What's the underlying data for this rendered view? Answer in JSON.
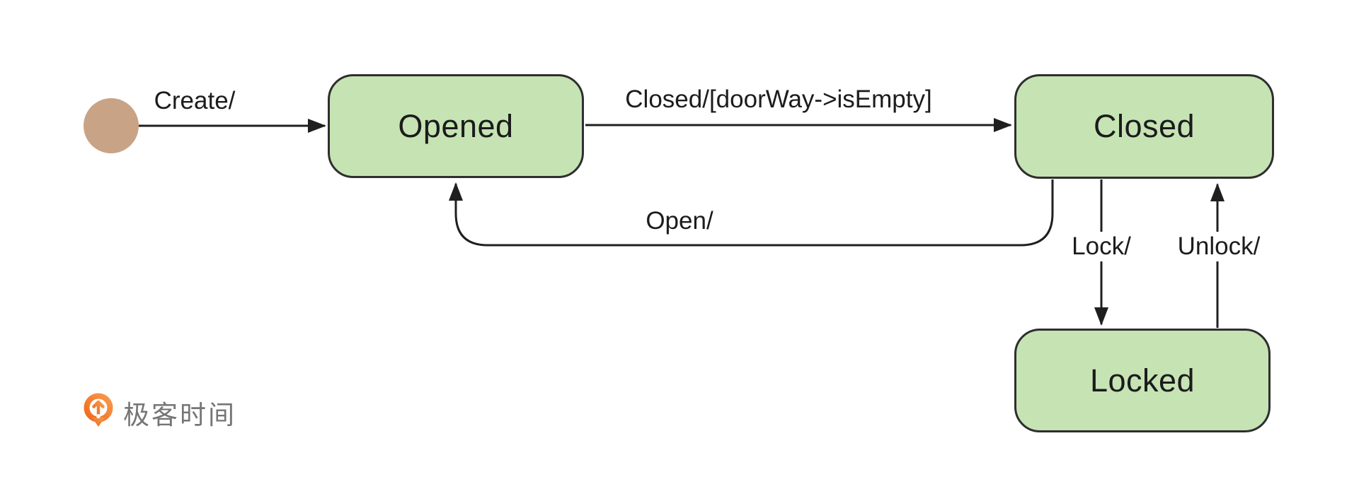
{
  "diagram": {
    "kind": "uml-state-machine",
    "background": "#ffffff",
    "initial_state": {
      "name": "initial",
      "fill": "#c9a386"
    },
    "states": [
      {
        "id": "opened",
        "label": "Opened"
      },
      {
        "id": "closed",
        "label": "Closed"
      },
      {
        "id": "locked",
        "label": "Locked"
      }
    ],
    "state_style": {
      "fill": "#c6e3b4",
      "border": "#2e2e2e"
    },
    "transitions": [
      {
        "from": "initial",
        "to": "Opened",
        "label": "Create/"
      },
      {
        "from": "Opened",
        "to": "Closed",
        "label": "Closed/[doorWay->isEmpty]"
      },
      {
        "from": "Closed",
        "to": "Opened",
        "label": "Open/"
      },
      {
        "from": "Closed",
        "to": "Locked",
        "label": "Lock/"
      },
      {
        "from": "Locked",
        "to": "Closed",
        "label": "Unlock/"
      }
    ],
    "line_color": "#1f1f1f"
  },
  "footer": {
    "brand_text": "极客时间",
    "brand_orange": "#ee6a1c",
    "brand_orange_light": "#f89a4c",
    "brand_text_color": "#757575"
  }
}
